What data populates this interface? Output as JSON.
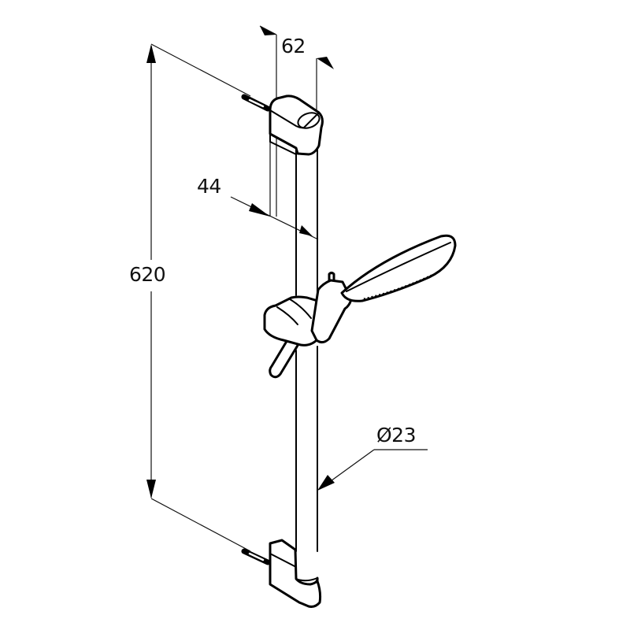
{
  "drawing": {
    "subject": "shower rail set with hand shower",
    "dimensions": {
      "total_height": "620",
      "wall_offset": "62",
      "rail_offset": "44",
      "rail_diameter": "Ø23"
    },
    "colors": {
      "line": "#000000",
      "background": "#ffffff"
    }
  }
}
